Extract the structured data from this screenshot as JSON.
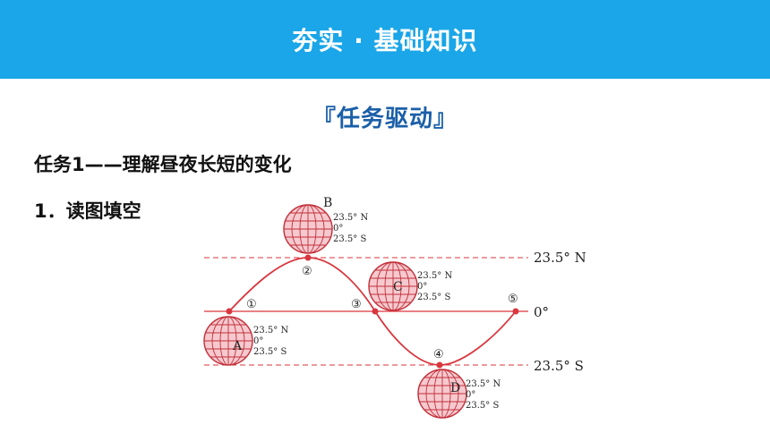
{
  "header": {
    "title": "夯实 · 基础知识"
  },
  "section": {
    "heading": "『任务驱动』"
  },
  "task": {
    "title": "任务1——理解昼夜长短的变化"
  },
  "item": {
    "title": "1．读图填空"
  },
  "diagram": {
    "lines": {
      "north": "23.5° N",
      "equator": "0°",
      "south": "23.5° S"
    },
    "points": [
      "①",
      "②",
      "③",
      "④",
      "⑤"
    ],
    "globes": [
      {
        "letter": "B",
        "labels": [
          "23.5° N",
          "0°",
          "23.5° S"
        ]
      },
      {
        "letter": "C",
        "labels": [
          "23.5° N",
          "0°",
          "23.5° S"
        ]
      },
      {
        "letter": "A",
        "labels": [
          "23.5° N",
          "0°",
          "23.5° S"
        ]
      },
      {
        "letter": "D",
        "labels": [
          "23.5° N",
          "0°",
          "23.5° S"
        ]
      }
    ],
    "colors": {
      "curve": "#d9363e",
      "globe_fill": "#f6c9cf",
      "header": "#1aa6e8"
    }
  }
}
